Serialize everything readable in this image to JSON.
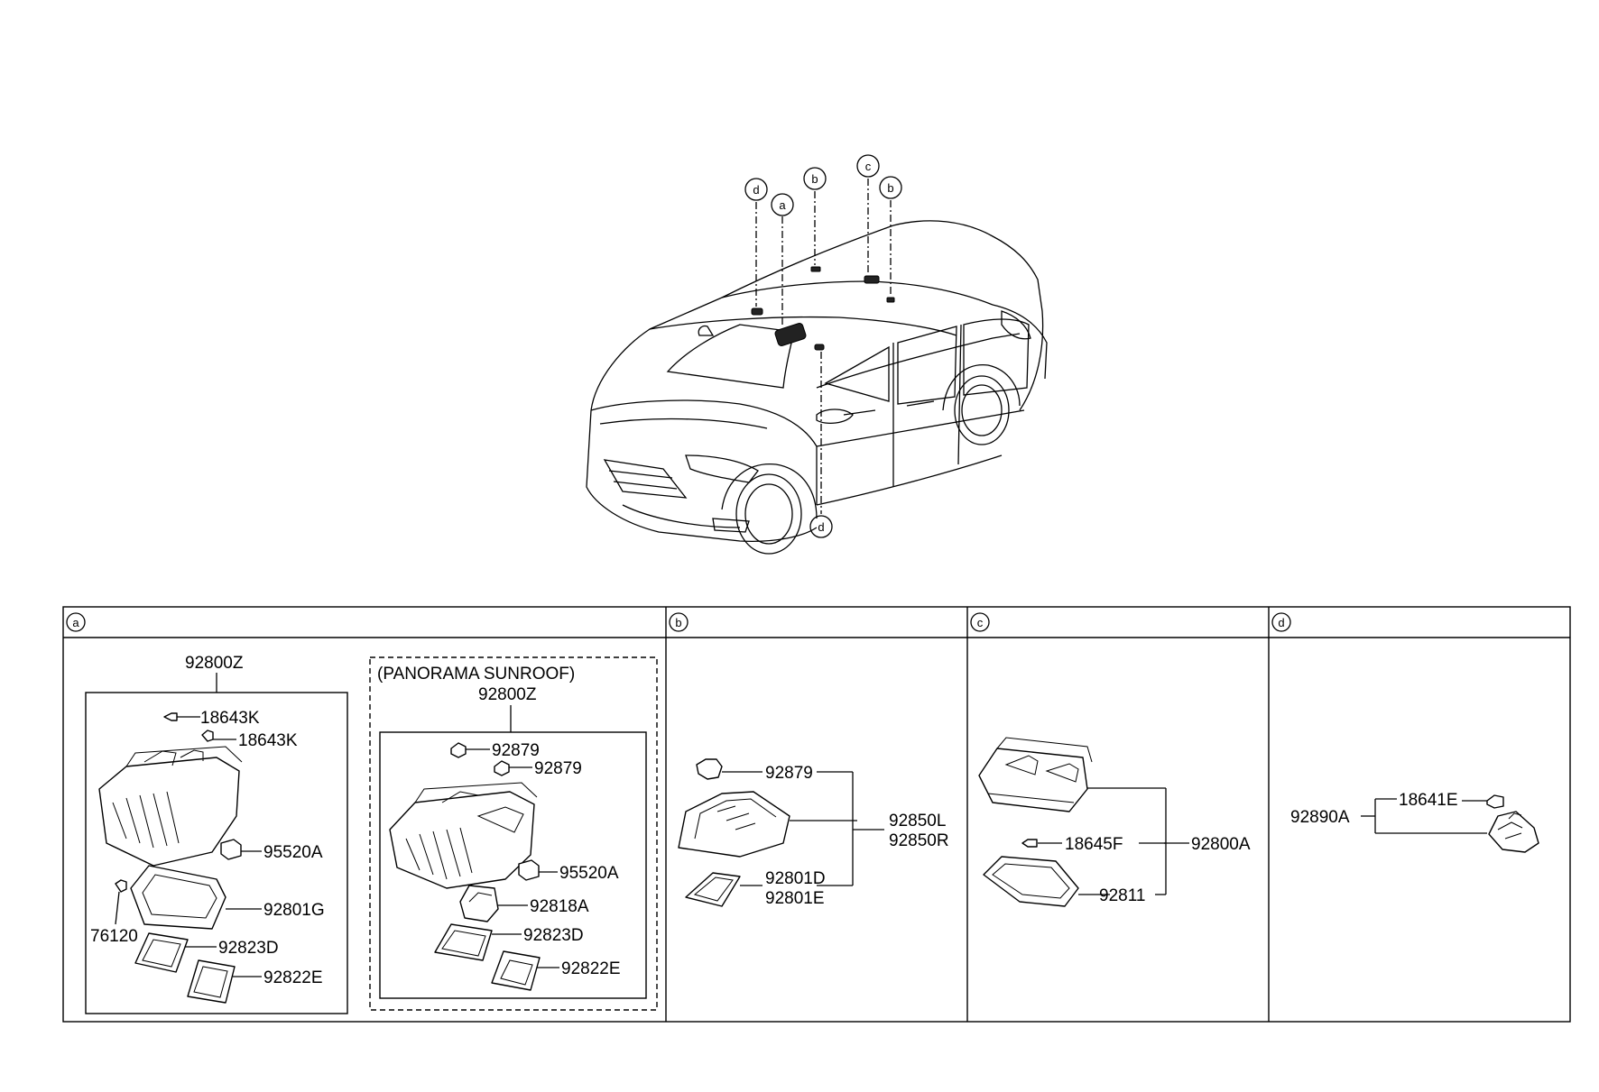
{
  "overview": {
    "callouts": [
      "d",
      "a",
      "b",
      "c",
      "b",
      "d"
    ]
  },
  "sections": {
    "a": {
      "header": "a",
      "std_assembly": "92800Z",
      "bulb_1": "18643K",
      "bulb_2": "18643K",
      "switch": "95520A",
      "lens": "92801G",
      "socket": "76120",
      "cover_1": "92823D",
      "cover_2": "92822E",
      "pano_title": "(PANORAMA SUNROOF)",
      "pano_assembly": "92800Z",
      "pano_clip_1": "92879",
      "pano_clip_2": "92879",
      "pano_switch": "95520A",
      "pano_bracket": "92818A",
      "pano_cover_1": "92823D",
      "pano_cover_2": "92822E"
    },
    "b": {
      "header": "b",
      "clip": "92879",
      "lamp_l": "92850L",
      "lamp_r": "92850R",
      "lens_d": "92801D",
      "lens_e": "92801E"
    },
    "c": {
      "header": "c",
      "assembly": "92800A",
      "bulb": "18645F",
      "lens": "92811"
    },
    "d": {
      "header": "d",
      "assembly": "92890A",
      "bulb": "18641E"
    }
  }
}
